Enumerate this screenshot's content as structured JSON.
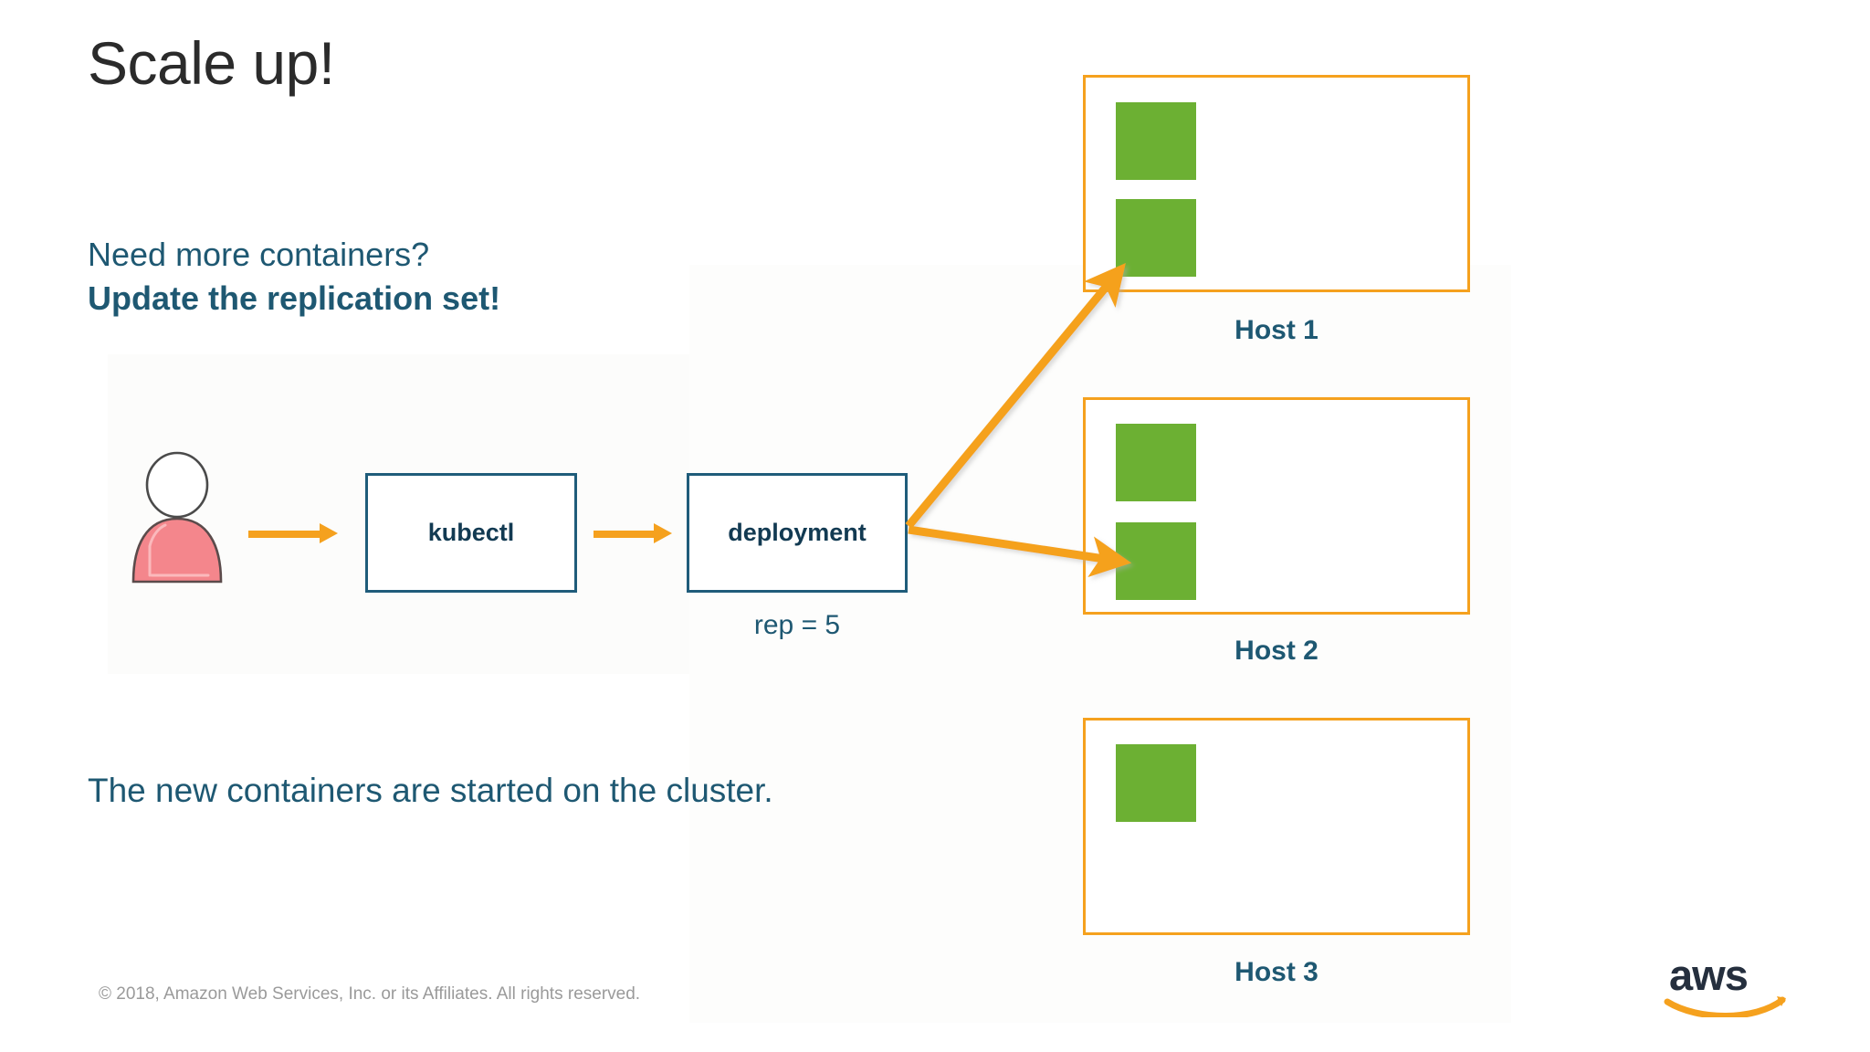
{
  "slide": {
    "title": "Scale up!",
    "lead_line_1": "Need more containers?",
    "lead_line_2": "Update the replication set!",
    "caption": "The new containers are started on the cluster.",
    "footer": "© 2018, Amazon Web Services, Inc. or its Affiliates. All rights reserved.",
    "logo_text": "aws"
  },
  "flow": {
    "actor_icon": "person-icon",
    "kubectl_label": "kubectl",
    "deployment_label": "deployment",
    "replicas_label": "rep = 5"
  },
  "hosts": [
    {
      "label": "Host 1",
      "containers": 2
    },
    {
      "label": "Host 2",
      "containers": 2
    },
    {
      "label": "Host 3",
      "containers": 1
    }
  ],
  "colors": {
    "accent_orange": "#f5a11e",
    "container_green": "#6cb033",
    "text_teal": "#1e5872",
    "box_border_teal": "#1f5c7a",
    "title_dark": "#2b2b2b",
    "footer_gray": "#9a9a9a",
    "person_body_pink": "#f4868c"
  }
}
